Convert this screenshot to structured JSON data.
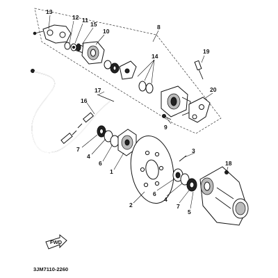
{
  "callouts": {
    "c1": "1",
    "c2": "2",
    "c3": "3",
    "c4a": "4",
    "c4b": "4",
    "c5": "5",
    "c6a": "6",
    "c6b": "6",
    "c7a": "7",
    "c7b": "7",
    "c8": "8",
    "c9": "9",
    "c10": "10",
    "c11": "11",
    "c12": "12",
    "c13": "13",
    "c14": "14",
    "c15": "15",
    "c16": "16",
    "c17": "17",
    "c18": "18",
    "c19": "19",
    "c20": "20"
  },
  "fwd_label": "FWD",
  "diagram_code": "3JM7110-2260"
}
